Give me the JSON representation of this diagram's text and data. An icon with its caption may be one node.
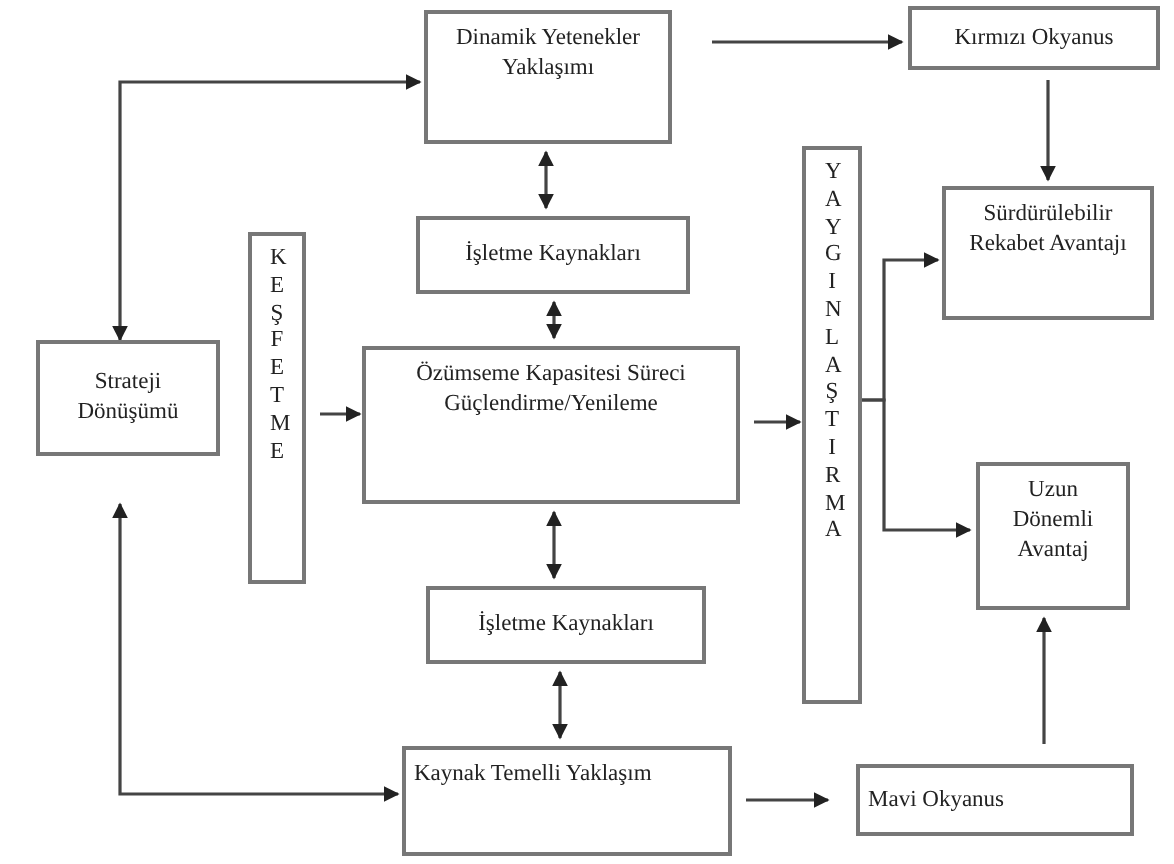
{
  "diagram": {
    "nodes": [
      {
        "text": [
          "Strateji Dönüşümü"
        ]
      },
      {
        "text": [
          "Dinamik Yetenekler Yaklaşımı"
        ]
      },
      {
        "text": [
          "Kırmızı Okyanus"
        ]
      },
      {
        "text": [
          "KEŞFETME"
        ]
      },
      {
        "text": [
          "İşletme Kaynakları"
        ]
      },
      {
        "text": [
          "Özümseme Kapasitesi Süreci Güçlendirme/Yenileme"
        ]
      },
      {
        "text": [
          "YAYGINLAŞTIRMA"
        ]
      },
      {
        "text": [
          "Sürdürülebilir Rekabet Avantajı"
        ]
      },
      {
        "text": [
          "Uzun Dönemli Avantaj"
        ]
      },
      {
        "text": [
          "İşletme Kaynakları"
        ]
      },
      {
        "text": [
          "Kaynak Temelli Yaklaşım"
        ]
      },
      {
        "text": [
          "Mavi Okyanus"
        ]
      }
    ],
    "edges": [
      {
        "from": 0,
        "to": 1,
        "arrow": "both"
      },
      {
        "from": 0,
        "to": 10,
        "arrow": "both"
      },
      {
        "from": 1,
        "to": 2,
        "arrow": "to"
      },
      {
        "from": 2,
        "to": 7,
        "arrow": "to"
      },
      {
        "from": 1,
        "to": 4,
        "arrow": "both"
      },
      {
        "from": 4,
        "to": 5,
        "arrow": "both"
      },
      {
        "from": 5,
        "to": 9,
        "arrow": "both"
      },
      {
        "from": 9,
        "to": 10,
        "arrow": "both"
      },
      {
        "from": 3,
        "to": 5,
        "arrow": "to"
      },
      {
        "from": 5,
        "to": 6,
        "arrow": "to"
      },
      {
        "from": 6,
        "to": 7,
        "arrow": "to"
      },
      {
        "from": 6,
        "to": 8,
        "arrow": "to"
      },
      {
        "from": 10,
        "to": 11,
        "arrow": "to"
      },
      {
        "from": 11,
        "to": 8,
        "arrow": "to"
      }
    ]
  }
}
